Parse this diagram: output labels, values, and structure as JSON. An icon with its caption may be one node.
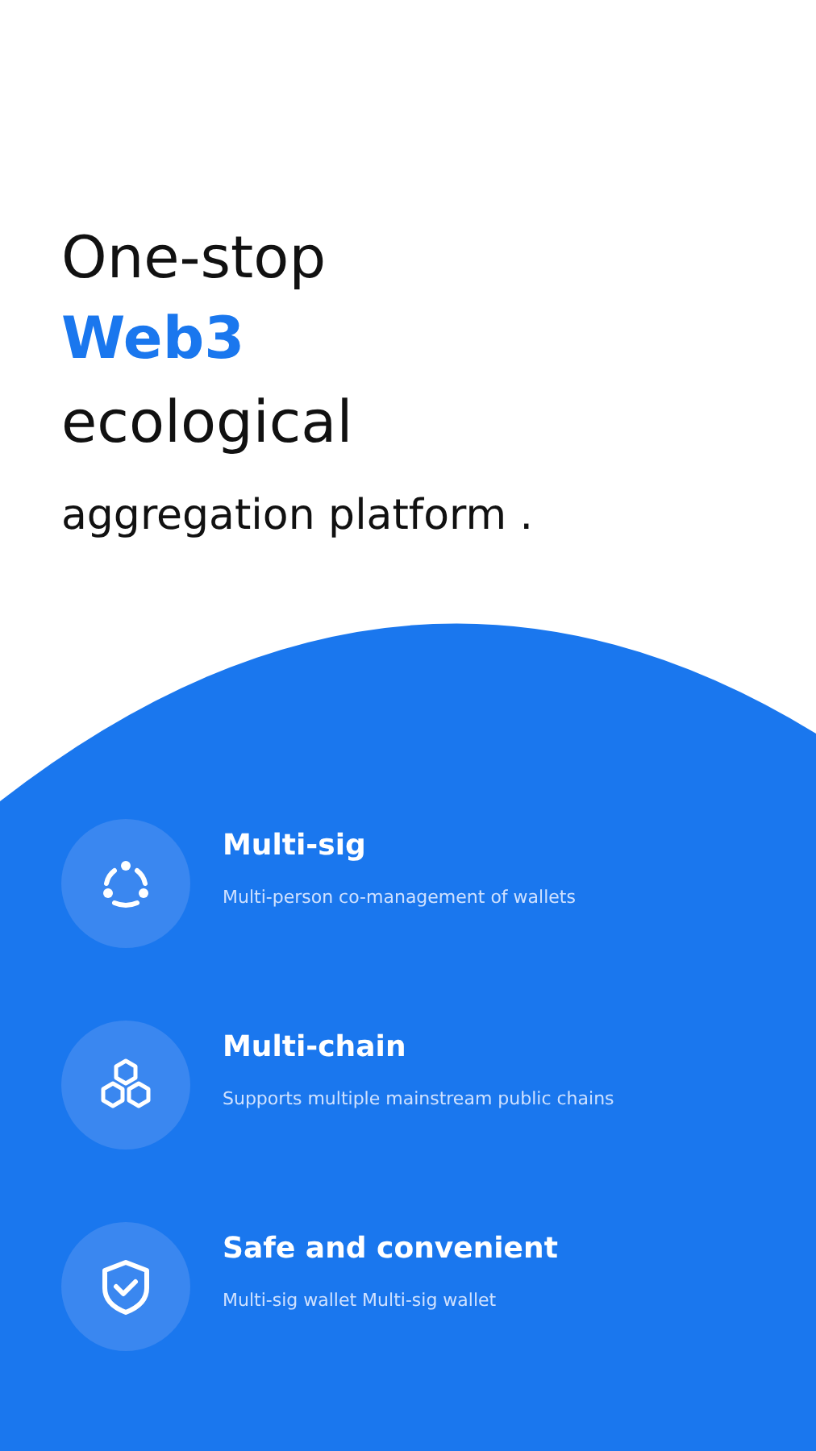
{
  "diagram": {
    "nodes": [
      {
        "text": [
          "Multi-sig",
          "Multi-person co-management of wallets"
        ]
      },
      {
        "text": [
          "Multi-chain",
          "Supports multiple mainstream public chains"
        ]
      },
      {
        "text": [
          "Safe and convenient",
          "Multi-sig wallet Multi-sig wallet"
        ]
      }
    ],
    "labels": [
      "One-stop",
      "Web3",
      "ecological",
      "aggregation platform ."
    ]
  }
}
